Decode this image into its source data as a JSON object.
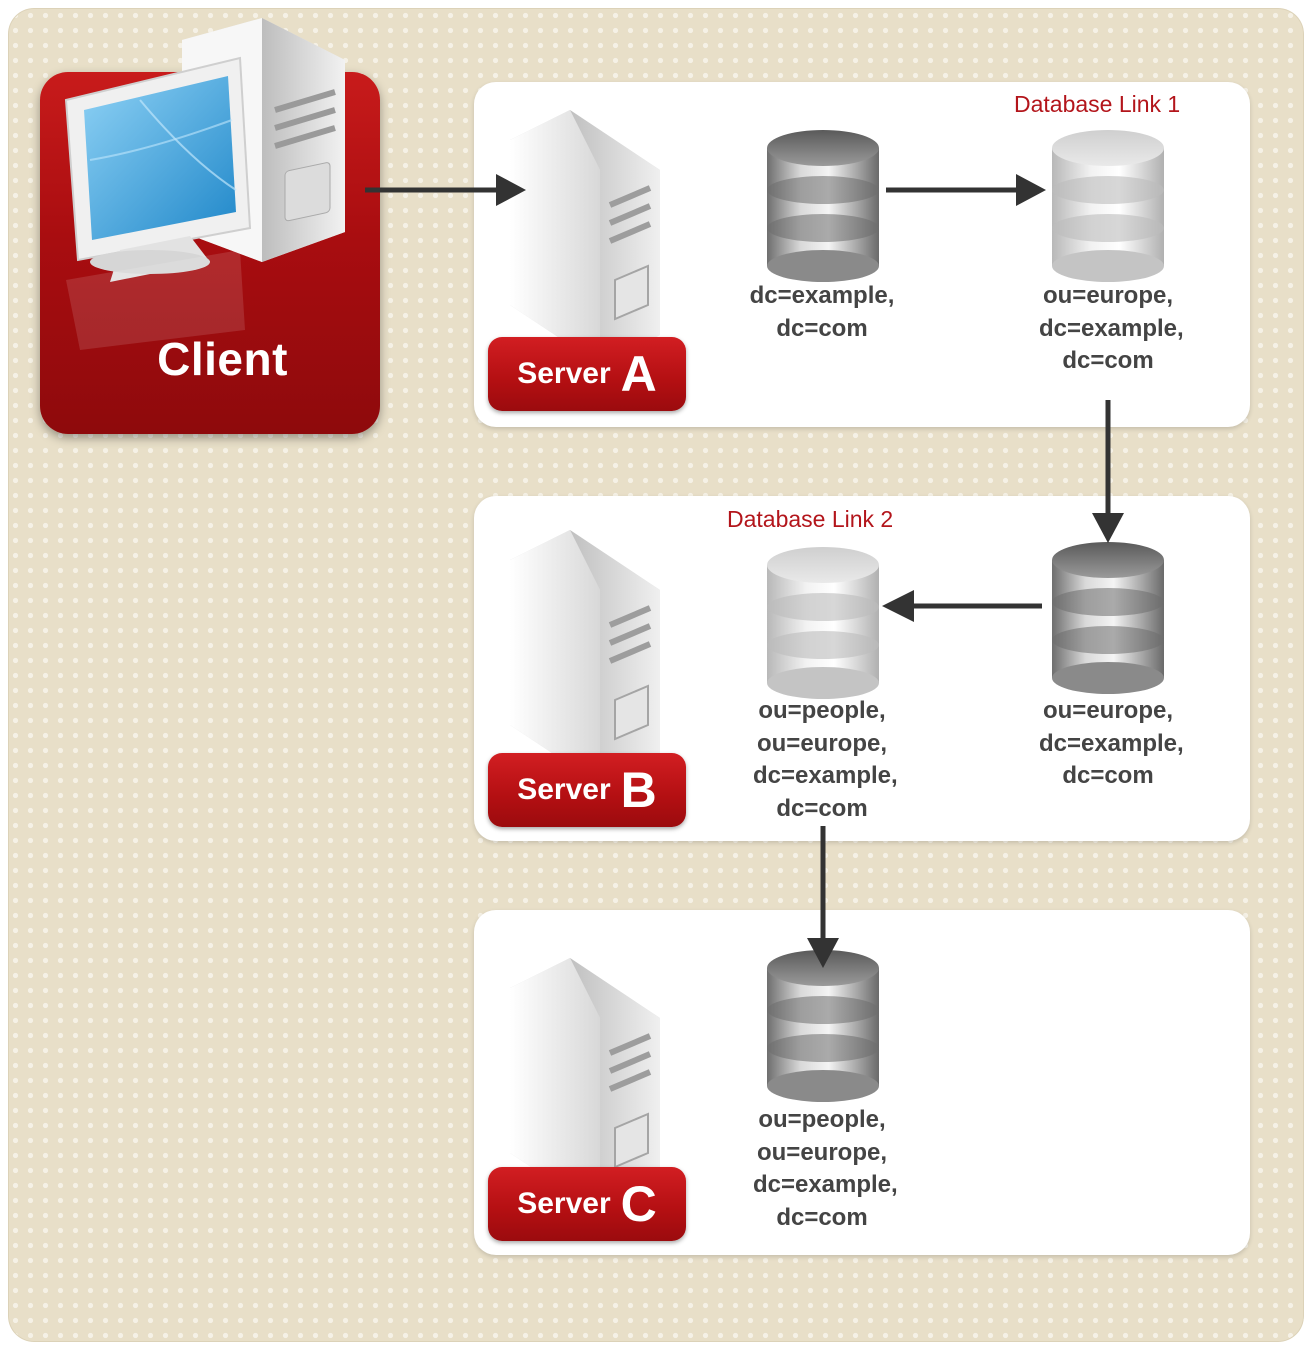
{
  "client": {
    "label": "Client"
  },
  "servers": [
    {
      "word": "Server",
      "letter": "A"
    },
    {
      "word": "Server",
      "letter": "B"
    },
    {
      "word": "Server",
      "letter": "C"
    }
  ],
  "links": [
    {
      "label": "Database Link 1"
    },
    {
      "label": "Database Link 2"
    }
  ],
  "databases": [
    {
      "dn": "dc=example,\ndc=com"
    },
    {
      "dn": "ou=europe,\n dc=example,\ndc=com"
    },
    {
      "dn": "ou=europe,\n dc=example,\ndc=com"
    },
    {
      "dn": "ou=people,\nou=europe,\n dc=example,\ndc=com"
    },
    {
      "dn": "ou=people,\nou=europe,\n dc=example,\ndc=com"
    }
  ]
}
